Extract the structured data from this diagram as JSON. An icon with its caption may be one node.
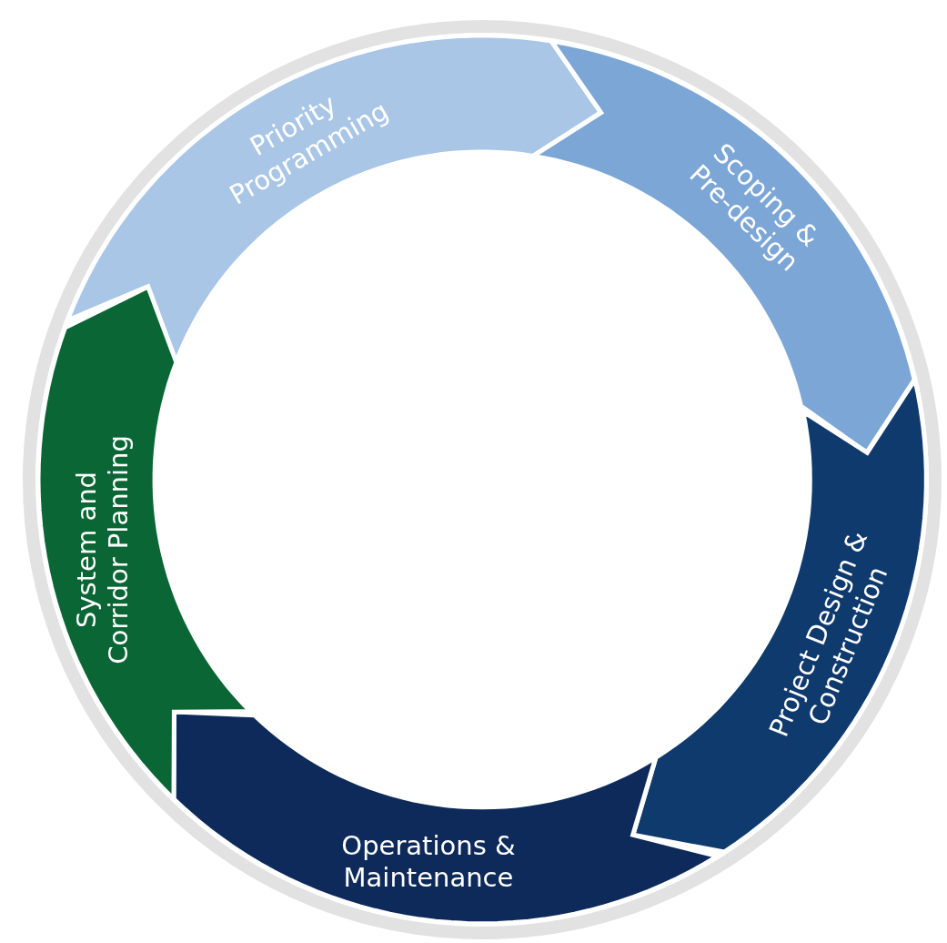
{
  "diagram": {
    "nodes": [
      {
        "text": [
          "Priority Programming"
        ]
      },
      {
        "text": [
          "Scoping & Pre-design"
        ]
      },
      {
        "text": [
          "Project Design & Construction"
        ]
      },
      {
        "text": [
          "Operations & Maintenance"
        ]
      },
      {
        "text": [
          "System and Corridor Planning"
        ]
      }
    ]
  }
}
